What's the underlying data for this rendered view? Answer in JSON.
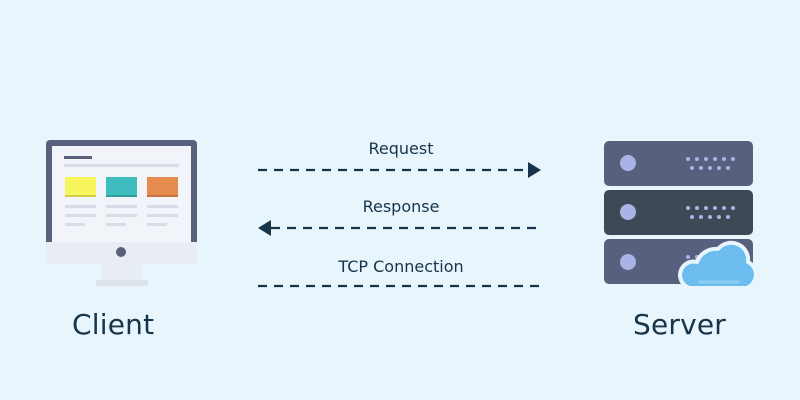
{
  "diagram": {
    "client_label": "Client",
    "server_label": "Server",
    "arrows": [
      {
        "label": "Request",
        "direction": "right"
      },
      {
        "label": "Response",
        "direction": "left"
      },
      {
        "label": "TCP Connection",
        "direction": "none"
      }
    ]
  },
  "colors": {
    "background": "#e8f5fd",
    "text": "#17344a",
    "monitor_frame": "#58607c",
    "monitor_body": "#f1f4f9",
    "server_unit": "#59607d",
    "server_unit_dark": "#3d4a56",
    "server_dot": "#aab3e6",
    "cloud": "#6cbcef",
    "tile_yellow": "#f6f55b",
    "tile_teal": "#3fbcbe",
    "tile_orange": "#e58b4e"
  },
  "icons": [
    "desktop-monitor-icon",
    "server-rack-icon",
    "cloud-icon"
  ]
}
